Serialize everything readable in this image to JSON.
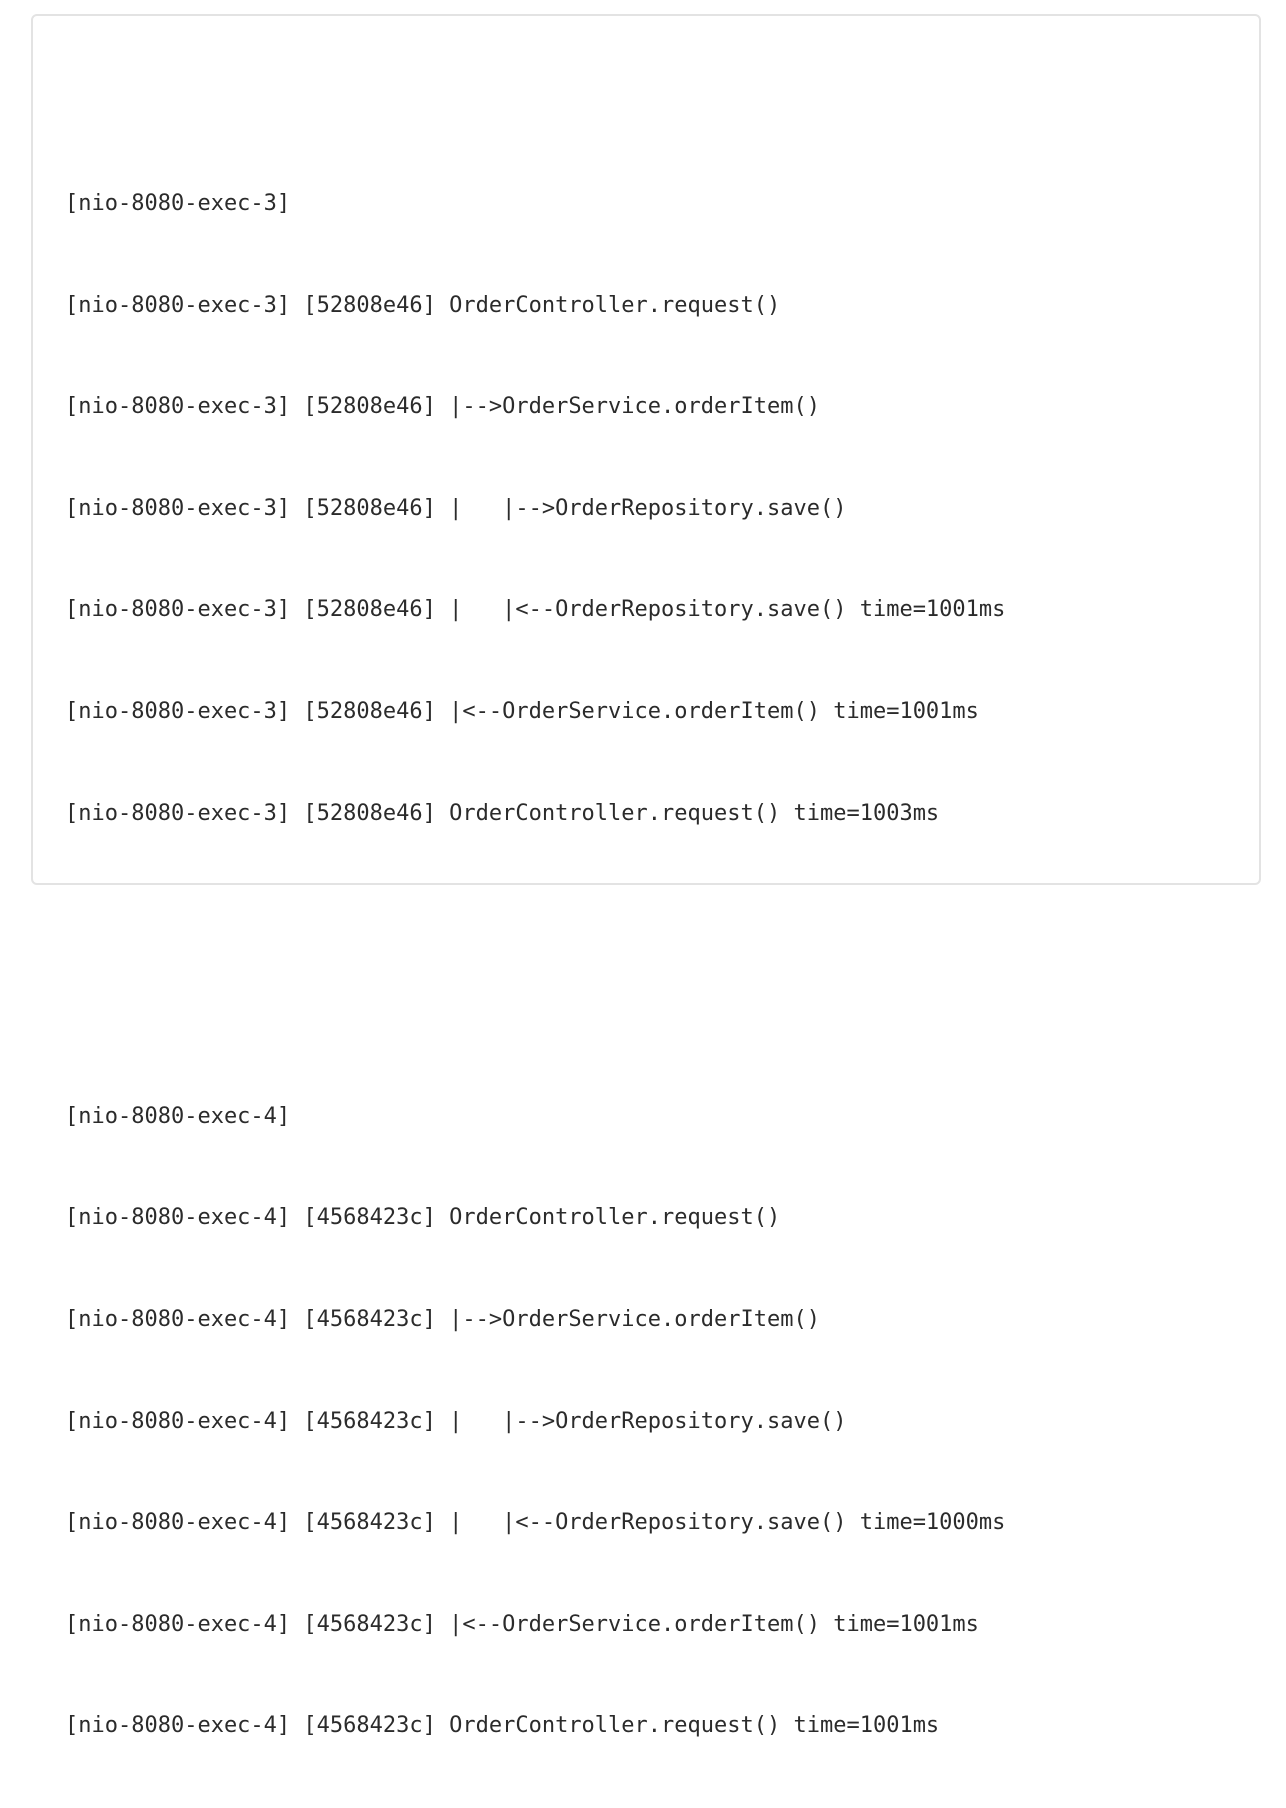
{
  "log_block": {
    "groups": [
      {
        "thread_header": "[nio-8080-exec-3]",
        "lines": [
          "[nio-8080-exec-3] [52808e46] OrderController.request()",
          "[nio-8080-exec-3] [52808e46] |-->OrderService.orderItem()",
          "[nio-8080-exec-3] [52808e46] |   |-->OrderRepository.save()",
          "[nio-8080-exec-3] [52808e46] |   |<--OrderRepository.save() time=1001ms",
          "[nio-8080-exec-3] [52808e46] |<--OrderService.orderItem() time=1001ms",
          "[nio-8080-exec-3] [52808e46] OrderController.request() time=1003ms"
        ]
      },
      {
        "thread_header": "[nio-8080-exec-4]",
        "lines": [
          "[nio-8080-exec-4] [4568423c] OrderController.request()",
          "[nio-8080-exec-4] [4568423c] |-->OrderService.orderItem()",
          "[nio-8080-exec-4] [4568423c] |   |-->OrderRepository.save()",
          "[nio-8080-exec-4] [4568423c] |   |<--OrderRepository.save() time=1000ms",
          "[nio-8080-exec-4] [4568423c] |<--OrderService.orderItem() time=1001ms",
          "[nio-8080-exec-4] [4568423c] OrderController.request() time=1001ms"
        ]
      }
    ]
  }
}
